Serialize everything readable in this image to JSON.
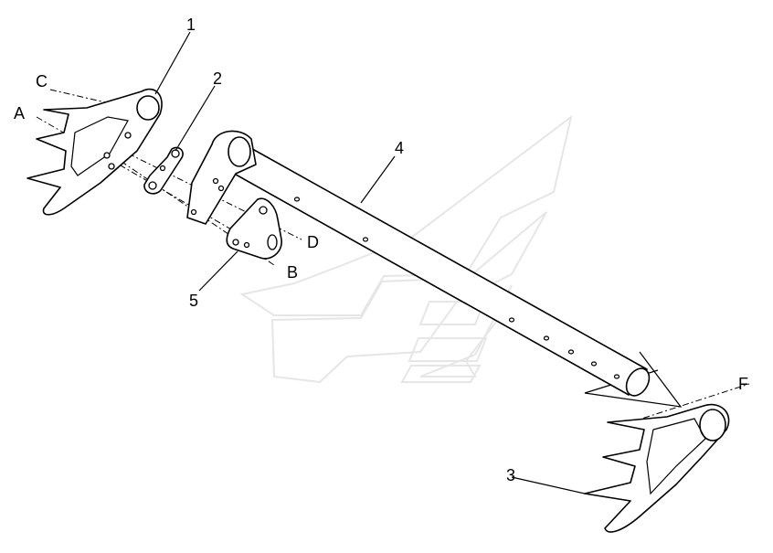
{
  "callouts": {
    "n1": "1",
    "n2": "2",
    "n3": "3",
    "n4": "4",
    "n5": "5",
    "a": "A",
    "b": "B",
    "c": "C",
    "d": "D",
    "f": "F"
  },
  "colors": {
    "line": "#000000",
    "watermark": "#e6e6e6",
    "background": "#ffffff"
  }
}
